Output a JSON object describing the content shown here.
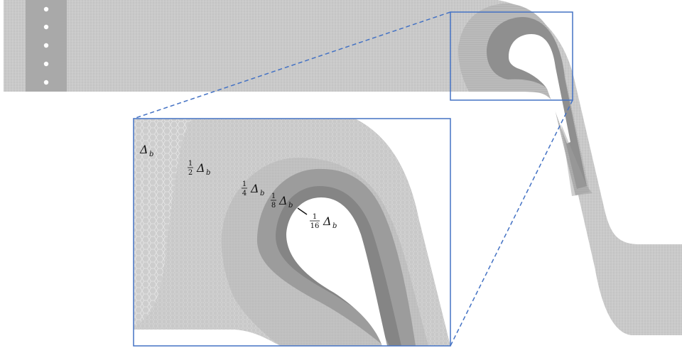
{
  "labels": {
    "level0": {
      "coef_num": "",
      "coef_den": "",
      "symbol": "Δ",
      "sub": "b"
    },
    "level1": {
      "coef_num": "1",
      "coef_den": "2",
      "symbol": "Δ",
      "sub": "b"
    },
    "level2": {
      "coef_num": "1",
      "coef_den": "4",
      "symbol": "Δ",
      "sub": "b"
    },
    "level3": {
      "coef_num": "1",
      "coef_den": "8",
      "symbol": "Δ",
      "sub": "b"
    },
    "level4": {
      "coef_num": "1",
      "coef_den": "16",
      "symbol": "Δ",
      "sub": "b"
    }
  },
  "colors": {
    "mesh_light": "#c9c9c9",
    "mesh_mid": "#b3b3b3",
    "mesh_dark": "#8e8e8e",
    "mesh_darker": "#7d7d7d",
    "frame": "#4472c4",
    "dots": "#ffffff"
  }
}
